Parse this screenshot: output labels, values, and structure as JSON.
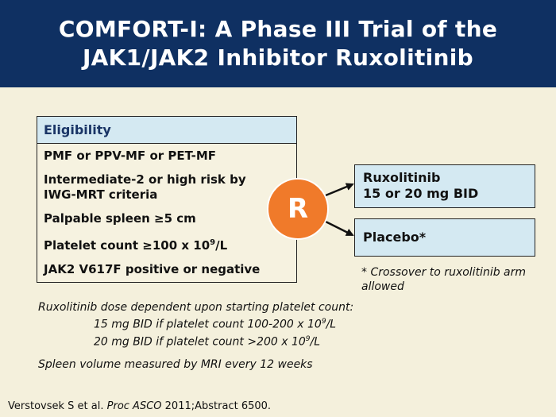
{
  "title": {
    "line1": "COMFORT-I: A Phase III Trial of the",
    "line2": "JAK1/JAK2 Inhibitor Ruxolitinib"
  },
  "eligibility": {
    "heading": "Eligibility",
    "items": [
      {
        "text": "PMF or PPV-MF or PET-MF"
      },
      {
        "text": "Intermediate-2 or high risk by\nIWG-MRT criteria"
      },
      {
        "text": "Palpable spleen ≥5 cm"
      },
      {
        "text_before": "Platelet count ≥100 x 10",
        "sup": "9",
        "text_after": "/L"
      },
      {
        "text": "JAK2 V617F positive or negative"
      }
    ]
  },
  "randomization": {
    "label": "R",
    "color": "#f07a2a"
  },
  "arms": [
    {
      "line1": "Ruxolitinib",
      "line2": "15 or 20 mg BID"
    },
    {
      "line1": "Placebo*"
    }
  ],
  "crossover_note": "* Crossover to ruxolitinib arm allowed",
  "dosing": {
    "intro": "Ruxolitinib dose dependent upon starting platelet count:",
    "lines": [
      {
        "before": "15 mg BID if platelet count 100-200 x 10",
        "sup": "9",
        "after": "/L"
      },
      {
        "before": "20 mg BID if platelet count >200 x 10",
        "sup": "9",
        "after": "/L"
      }
    ]
  },
  "spleen_note": "Spleen volume measured by MRI every 12 weeks",
  "citation": {
    "authors": "Verstovsek S et al. ",
    "journal": "Proc ASCO",
    "rest": " 2011;Abstract 6500."
  },
  "colors": {
    "header_bg": "#0f3062",
    "background": "#f4f0dc",
    "box_fill": "#d4e9f2"
  }
}
